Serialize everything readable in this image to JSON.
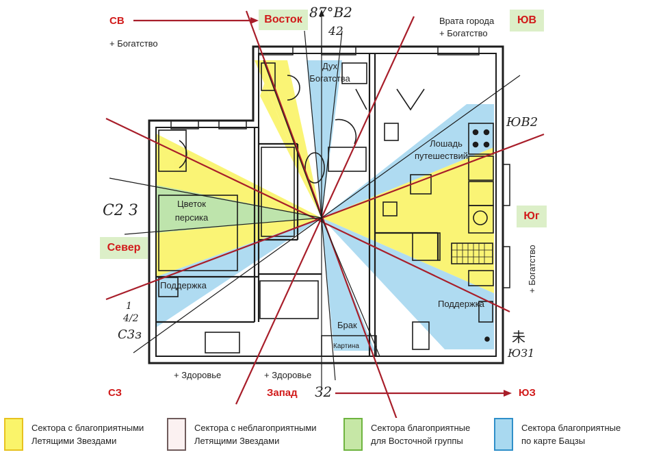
{
  "directions": {
    "sv": "СВ",
    "vostok": "Восток",
    "yuv": "ЮВ",
    "sever": "Север",
    "yug": "Юг",
    "sz": "СЗ",
    "zapad": "Запад",
    "yuz": "ЮЗ"
  },
  "annotations": {
    "wealth_ne": "+ Богатство",
    "gate": "Врата города",
    "gate_wealth": "+ Богатство",
    "spirit_1": "Дух",
    "spirit_2": "Богатства",
    "horse_1": "Лошадь",
    "horse_2": "путешествий",
    "peach_1": "Цветок",
    "peach_2": "персика",
    "support_left": "Поддержка",
    "support_right": "Поддержка",
    "marriage": "Брак",
    "picture": "Картина",
    "health_1": "+ Здоровье",
    "health_2": "+ Здоровье",
    "wealth_south": "+ Богатство"
  },
  "handwritten": {
    "top": "87°В2",
    "top_sub": "42",
    "east_right": "ЮВ2",
    "north_left": "С2 З",
    "nw_frac_1": "1",
    "nw_frac_2": "4/2",
    "nw_frac_3": "С3з",
    "sw_right_1": "未",
    "sw_right_2": "ЮЗ1",
    "bottom": "З2"
  },
  "legend": [
    {
      "line1": "Сектора с благоприятными",
      "line2": "Летящими Звездами",
      "fill": "#faf46a",
      "border": "#e7c21f"
    },
    {
      "line1": "Сектора с неблагоприятными",
      "line2": "Летящими Звездами",
      "fill": "#fbf1f1",
      "border": "#6f5b5b"
    },
    {
      "line1": "Сектора благоприятные",
      "line2": "для Восточной группы",
      "fill": "#c6e7a6",
      "border": "#6eb43f"
    },
    {
      "line1": "Сектора благоприятные",
      "line2": "по карте Бацзы",
      "fill": "#a9d9f0",
      "border": "#2f8fc9"
    }
  ],
  "colors": {
    "yellow_sector": "#faf46a",
    "blue_sector": "#a9d9f0",
    "green_sector": "#b9e2a6",
    "red_line": "#a81e2a",
    "direction_text": "#d11a1a",
    "direction_box": "#dcefc8"
  }
}
